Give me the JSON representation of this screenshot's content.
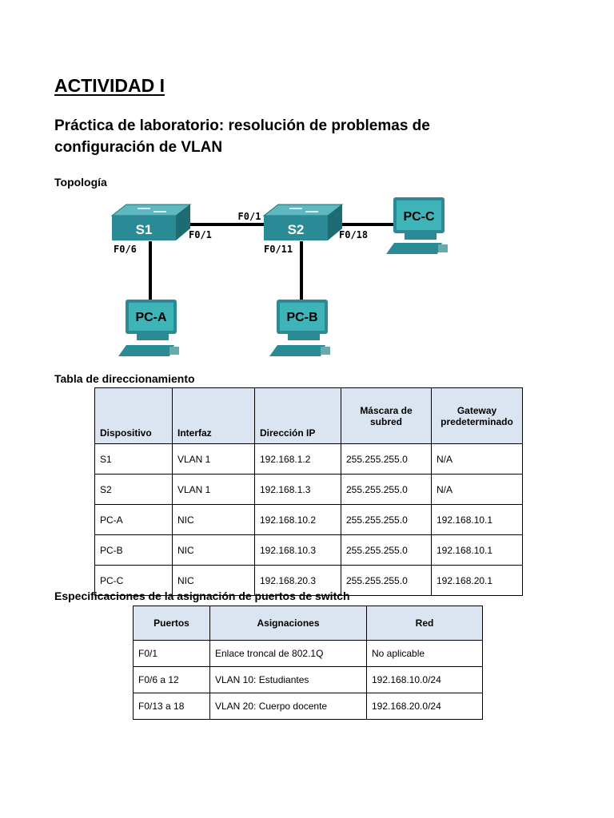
{
  "doc": {
    "title": "ACTIVIDAD I",
    "subtitle": "Práctica de laboratorio: resolución de problemas de configuración de VLAN",
    "topology_label": "Topología",
    "addressing_label": "Tabla de direccionamiento",
    "ports_label": "Especificaciones de la asignación de puertos de switch"
  },
  "topology": {
    "s1": "S1",
    "s2": "S2",
    "pca": "PC-A",
    "pcb": "PC-B",
    "pcc": "PC-C",
    "link_s1_s2_top": "F0/1",
    "link_s1_port": "F0/1",
    "s1_pca_port": "F0/6",
    "s2_pcb_port": "F0/11",
    "s2_pcc_port": "F0/18",
    "colors": {
      "switch": "#2a8a95",
      "pc": "#2f9aa2",
      "screen": "#3fb4b8"
    }
  },
  "addressing": {
    "headers": [
      "Dispositivo",
      "Interfaz",
      "Dirección IP",
      "Máscara de subred",
      "Gateway predeterminado"
    ],
    "rows": [
      [
        "S1",
        "VLAN 1",
        "192.168.1.2",
        "255.255.255.0",
        "N/A"
      ],
      [
        "S2",
        "VLAN 1",
        "192.168.1.3",
        "255.255.255.0",
        "N/A"
      ],
      [
        "PC-A",
        "NIC",
        "192.168.10.2",
        "255.255.255.0",
        "192.168.10.1"
      ],
      [
        "PC-B",
        "NIC",
        "192.168.10.3",
        "255.255.255.0",
        "192.168.10.1"
      ],
      [
        "PC-C",
        "NIC",
        "192.168.20.3",
        "255.255.255.0",
        "192.168.20.1"
      ]
    ]
  },
  "ports": {
    "headers": [
      "Puertos",
      "Asignaciones",
      "Red"
    ],
    "rows": [
      [
        "F0/1",
        "Enlace troncal de 802.1Q",
        "No aplicable"
      ],
      [
        "F0/6 a 12",
        "VLAN 10: Estudiantes",
        "192.168.10.0/24"
      ],
      [
        "F0/13 a 18",
        "VLAN 20: Cuerpo docente",
        "192.168.20.0/24"
      ]
    ]
  }
}
